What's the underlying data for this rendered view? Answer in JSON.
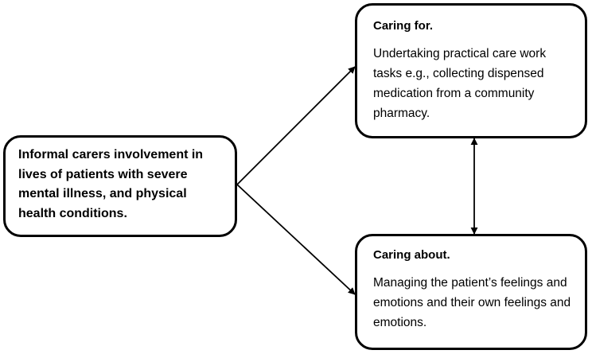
{
  "nodes": {
    "left": {
      "text": "Informal carers involvement in lives of patients with severe mental illness, and physical health conditions."
    },
    "caring_for": {
      "title": "Caring for.",
      "body": "Undertaking practical care work tasks e.g., collecting dispensed medication from a community pharmacy."
    },
    "caring_about": {
      "title": "Caring about.",
      "body": "Managing the patient’s feelings and emotions and their own feelings and emotions."
    }
  },
  "edges": [
    {
      "from": "left",
      "to": "caring_for",
      "direction": "forward"
    },
    {
      "from": "left",
      "to": "caring_about",
      "direction": "forward"
    },
    {
      "from": "caring_for",
      "to": "caring_about",
      "direction": "both"
    }
  ]
}
